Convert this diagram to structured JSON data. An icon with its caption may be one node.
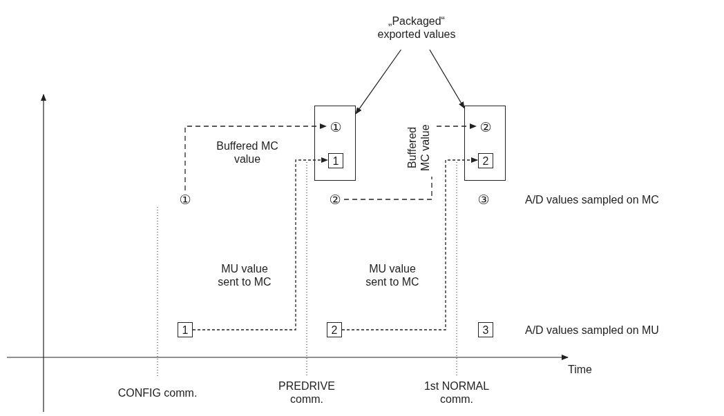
{
  "diagram": {
    "nodes": [
      {
        "text": [
          "„Packaged“ exported values"
        ]
      },
      {
        "text": [],
        "shape": "box"
      },
      {
        "text": [
          "①"
        ],
        "in": 1
      },
      {
        "text": [
          "1"
        ],
        "in": 1
      },
      {
        "text": [],
        "shape": "box"
      },
      {
        "text": [
          "②"
        ],
        "in": 4
      },
      {
        "text": [
          "2"
        ],
        "in": 4
      },
      {
        "text": [
          "①"
        ]
      },
      {
        "text": [
          "②"
        ]
      },
      {
        "text": [
          "③"
        ]
      },
      {
        "text": [
          "1"
        ]
      },
      {
        "text": [
          "2"
        ]
      },
      {
        "text": [
          "3"
        ]
      }
    ],
    "edges": [
      {
        "from": 0,
        "to": 1,
        "arrow": "to"
      },
      {
        "from": 0,
        "to": 4,
        "arrow": "to"
      },
      {
        "from": 7,
        "to": 2,
        "arrow": "to",
        "label": "Buffered MC value",
        "style": "dashed"
      },
      {
        "from": 10,
        "to": 3,
        "arrow": "to",
        "label": "MU value sent to MC",
        "style": "dashed"
      },
      {
        "from": 8,
        "to": 5,
        "arrow": "to",
        "label": "Buffered MC value",
        "style": "dashed"
      },
      {
        "from": 11,
        "to": 6,
        "arrow": "to",
        "label": "MU value sent to MC",
        "style": "dashed"
      }
    ],
    "labels": [
      "A/D values sampled on MC",
      "A/D values sampled on MU",
      "Time",
      "CONFIG comm.",
      "PREDRIVE comm.",
      "1st NORMAL comm."
    ]
  }
}
